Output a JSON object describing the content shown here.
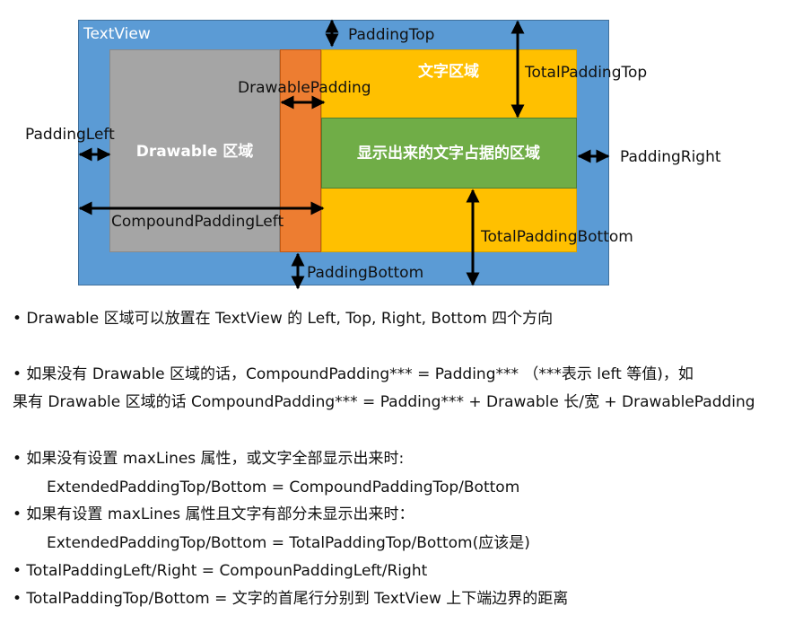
{
  "diagram": {
    "textview_label": "TextView",
    "padding_top": "PaddingTop",
    "padding_left": "PaddingLeft",
    "padding_right": "PaddingRight",
    "padding_bottom": "PaddingBottom",
    "drawable_padding": "DrawablePadding",
    "drawable_area": "Drawable 区域",
    "text_area": "文字区域",
    "displayed_text_area": "显示出来的文字占据的区域",
    "total_padding_top": "TotalPaddingTop",
    "total_padding_bottom": "TotalPaddingBottom",
    "compound_padding_left": "CompoundPaddingLeft",
    "colors": {
      "textview": "#5b9bd5",
      "drawable": "#a5a5a5",
      "drawable_padding": "#ed7d31",
      "text_area": "#ffc000",
      "displayed_text": "#70ad47",
      "arrow": "#000000"
    }
  },
  "notes": {
    "line1": "• Drawable 区域可以放置在 TextView 的 Left, Top, Right, Bottom 四个方向",
    "line2a": "• 如果没有 Drawable 区域的话，CompoundPadding*** = Padding***  （***表示 left 等值)，如",
    "line2b": "果有 Drawable 区域的话 CompoundPadding*** = Padding*** + Drawable 长/宽  + DrawablePadding",
    "line3": "• 如果没有设置 maxLines 属性，或文字全部显示出来时:",
    "line3b": "ExtendedPaddingTop/Bottom = CompoundPaddingTop/Bottom",
    "line4": "• 如果有设置 maxLines 属性且文字有部分未显示出来时：",
    "line4b": "ExtendedPaddingTop/Bottom = TotalPaddingTop/Bottom(应该是)",
    "line5": "• TotalPaddingLeft/Right = CompounPaddingLeft/Right",
    "line6": "• TotalPaddingTop/Bottom =  文字的首尾行分别到 TextView 上下端边界的距离"
  }
}
